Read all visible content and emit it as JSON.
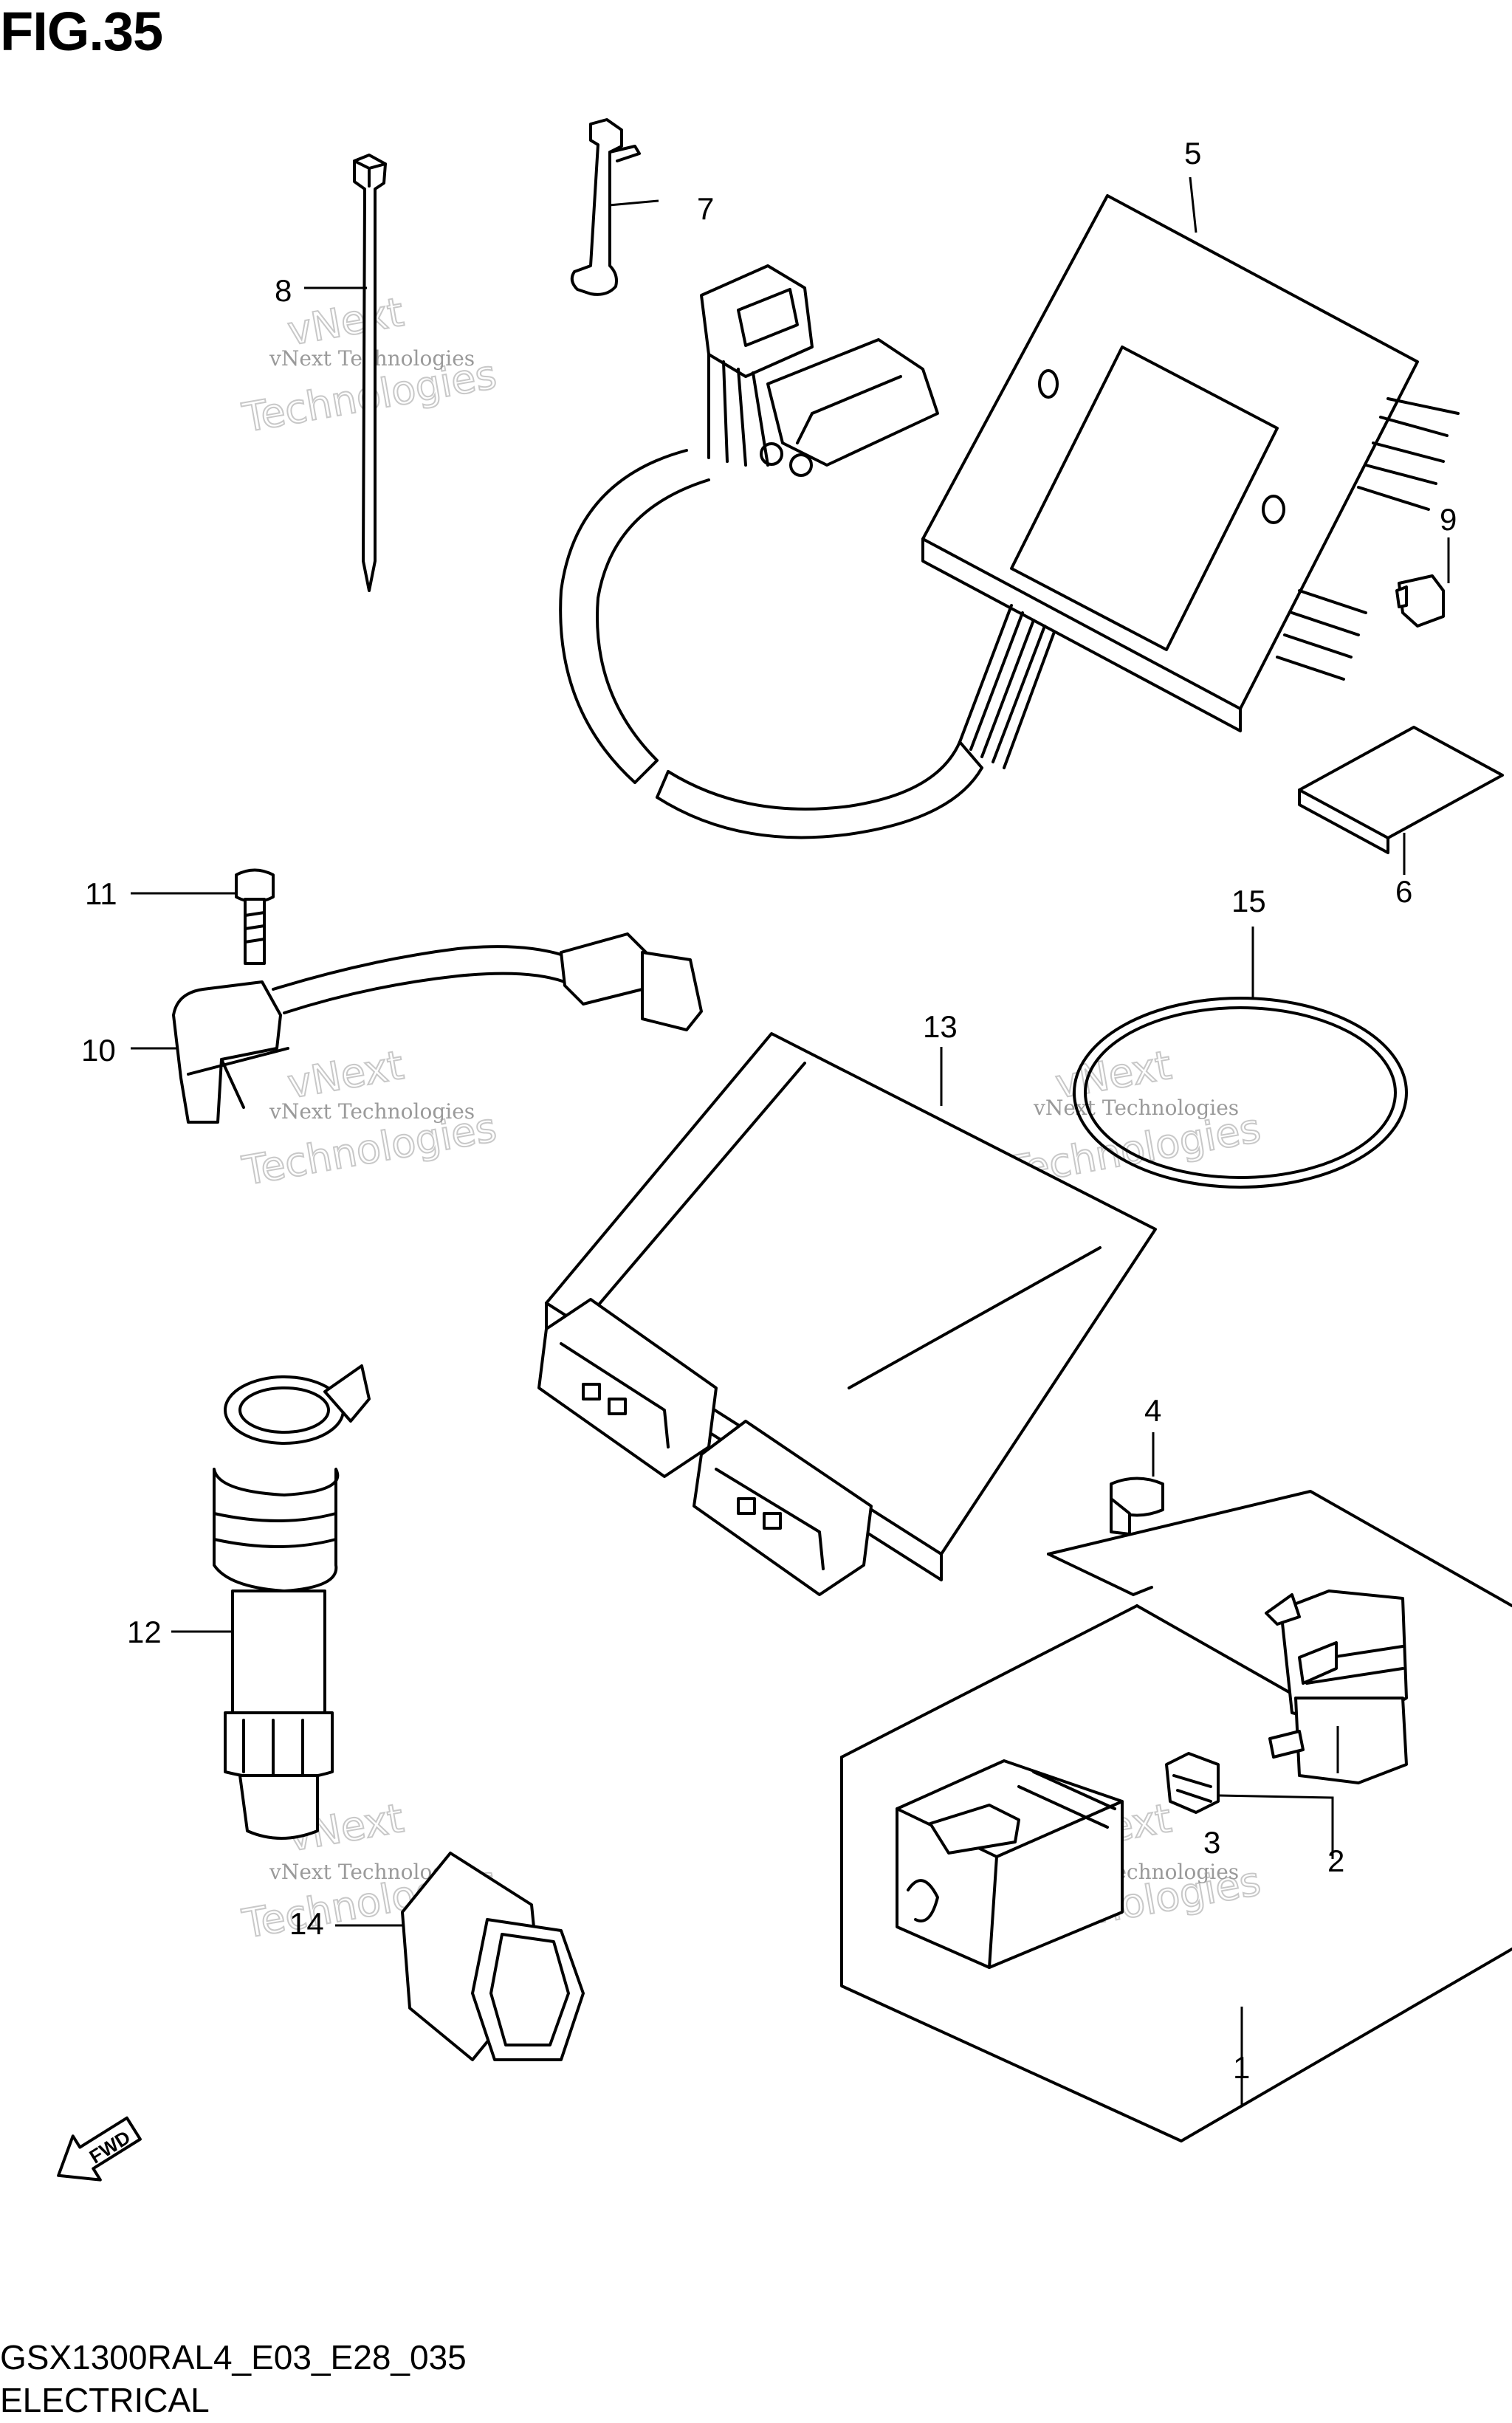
{
  "figure": {
    "title": "FIG.35"
  },
  "footer": {
    "code": "GSX1300RAL4_E03_E28_035",
    "section": "ELECTRICAL"
  },
  "watermark": {
    "line1": "vNext",
    "line2": "vNext Technologies",
    "line3": "Technologies"
  },
  "fwd_arrow": {
    "label": "FWD"
  },
  "callouts": {
    "c1": "1",
    "c2": "2",
    "c3": "3",
    "c4": "4",
    "c5": "5",
    "c6": "6",
    "c7": "7",
    "c8": "8",
    "c9": "9",
    "c10": "10",
    "c11": "11",
    "c12": "12",
    "c13": "13",
    "c14": "14",
    "c15": "15"
  }
}
